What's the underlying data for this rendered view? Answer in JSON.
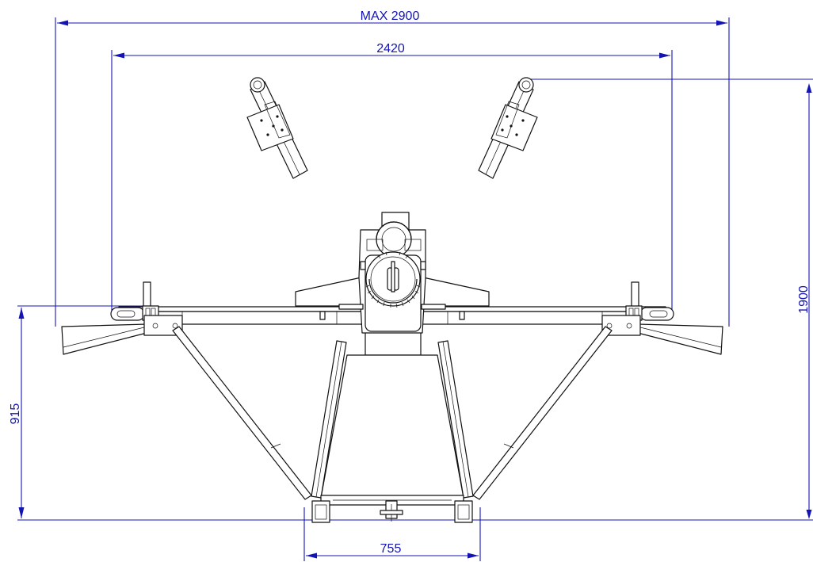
{
  "colors": {
    "dimension": "#1414b4",
    "outline": "#111111",
    "background": "#ffffff"
  },
  "dimensions": {
    "max_width": "MAX 2900",
    "frame_width": "2420",
    "total_height": "1900",
    "table_height": "915",
    "base_width": "755"
  }
}
